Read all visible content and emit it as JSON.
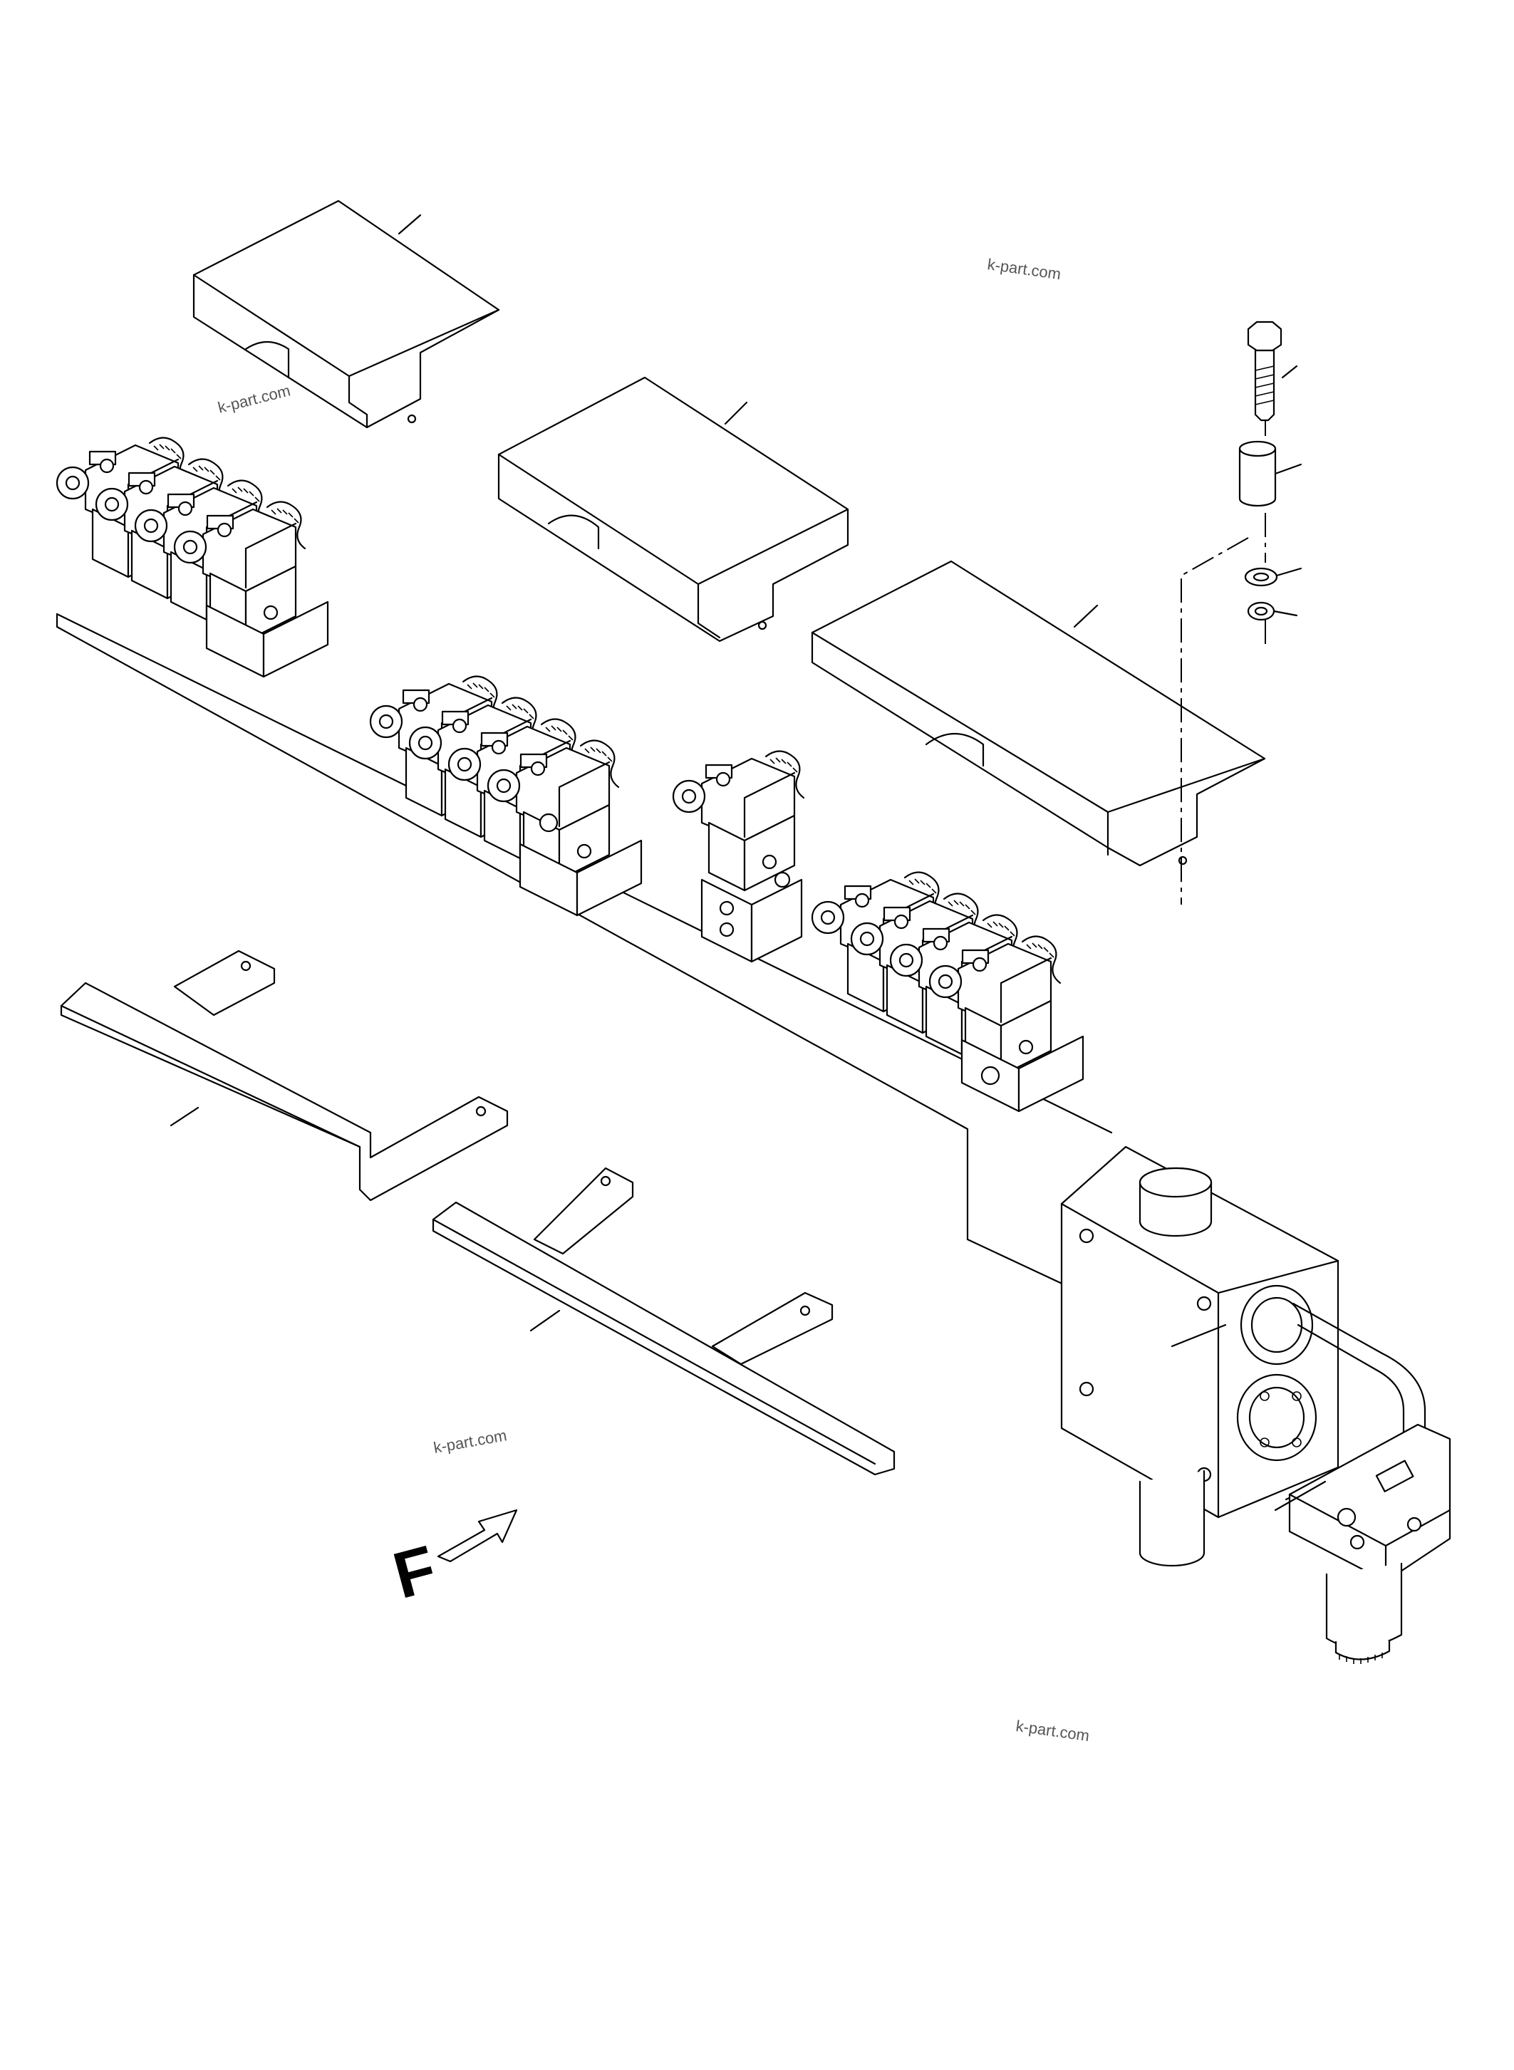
{
  "watermarks": [
    "k-part.com",
    "k-part.com",
    "k-part.com",
    "k-part.com"
  ],
  "front_marker": "F",
  "colors": {
    "line": "#000000",
    "background": "#ffffff",
    "watermark": "#555555"
  },
  "icons": [
    "front-arrow-icon"
  ]
}
